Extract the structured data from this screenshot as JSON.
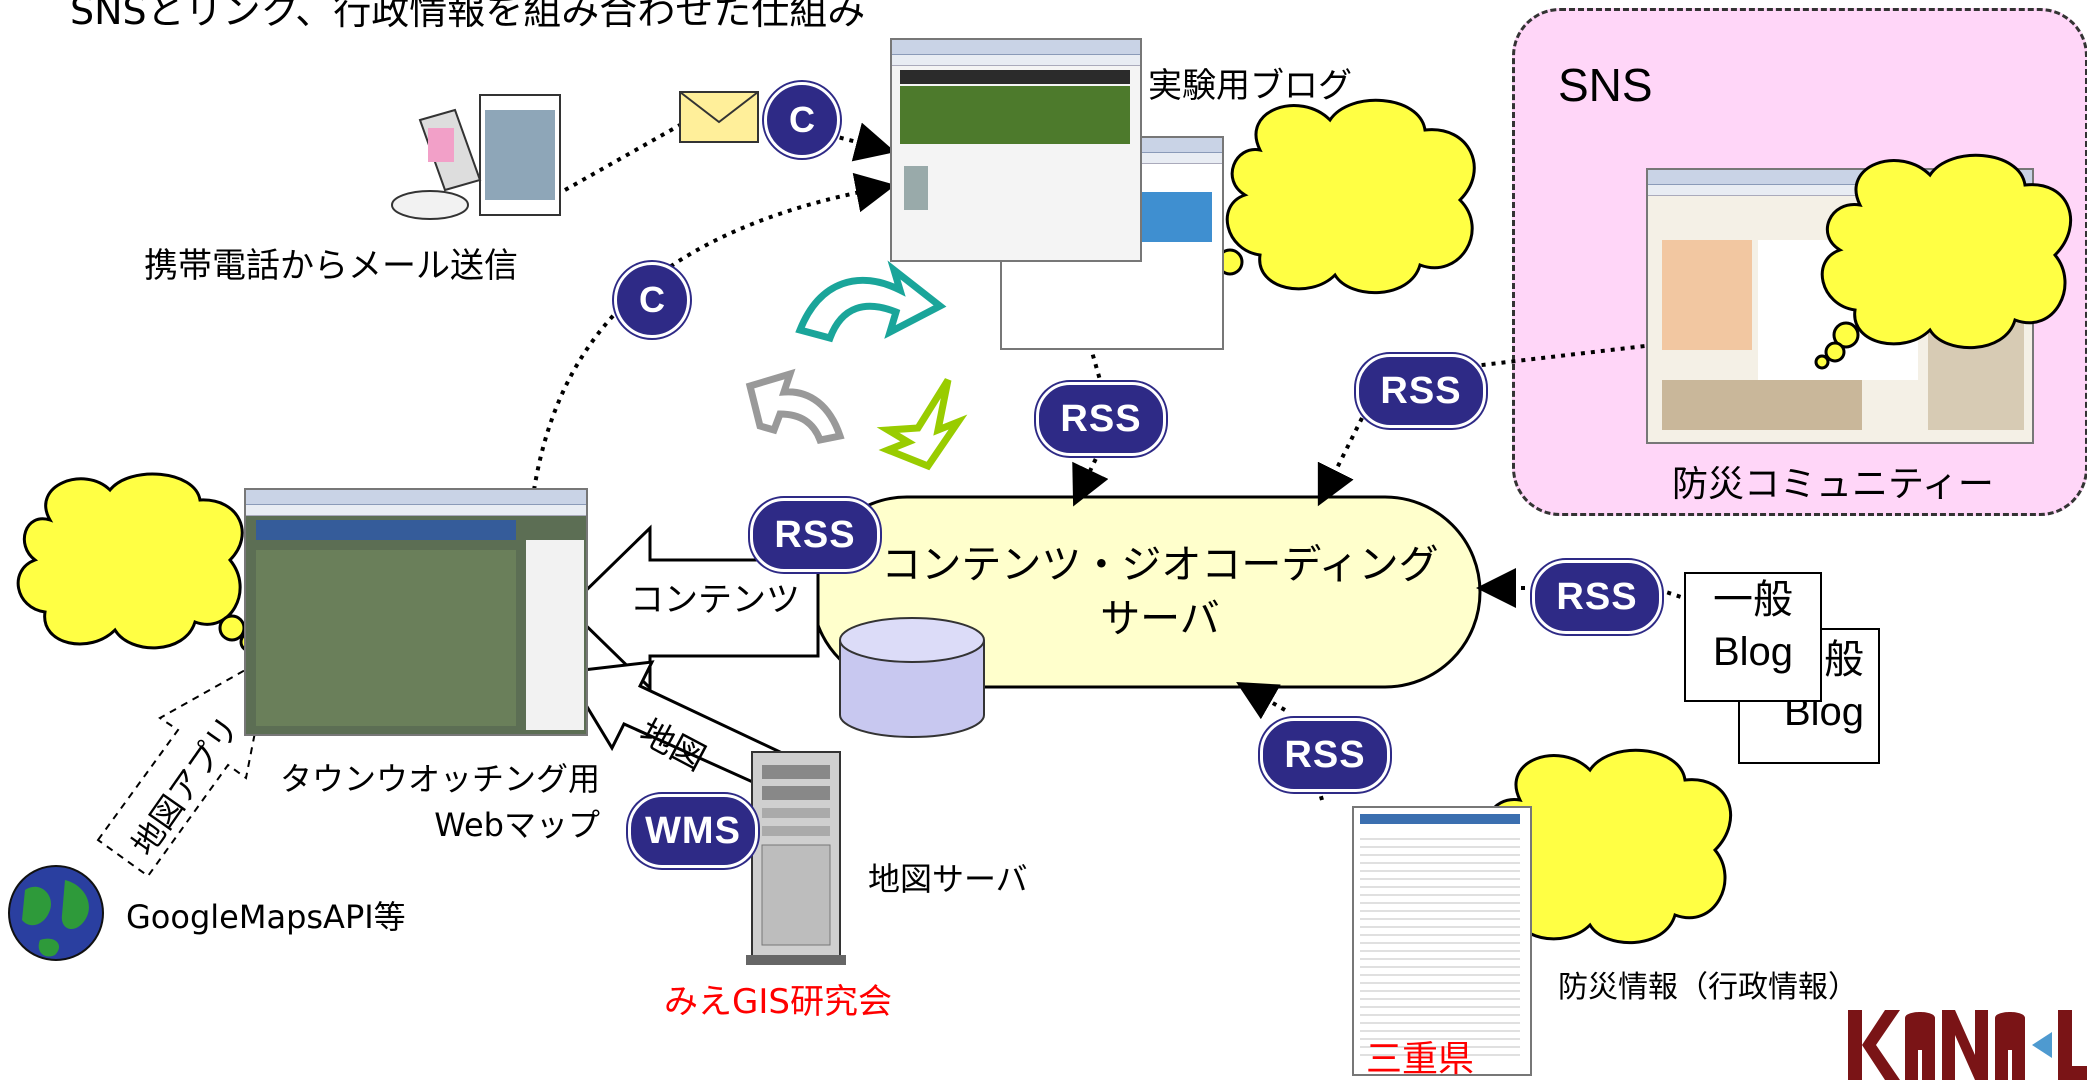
{
  "title": "SNSとリンク、行政情報を組み合わせた仕組み",
  "labels": {
    "experiment_blog": "実験用ブログ",
    "sns": "SNS",
    "bousai_community": "防災コミュニティー",
    "mobile_mail": "携帯電話からメール送信",
    "server_line1": "コンテンツ・ジオコーディング",
    "server_line2": "サーバ",
    "contents_arrow": "コンテンツ",
    "map_arrow": "地図",
    "map_app_arrow": "地図アプリ",
    "webmap_line1": "タウンウオッチング用",
    "webmap_line2": "Webマップ",
    "googlemaps": "GoogleMapsAPI等",
    "map_server": "地図サーバ",
    "mie_gis": "みえGIS研究会",
    "bousai_info": "防災情報（行政情報）",
    "mie_pref": "三重県",
    "blog_front_line1": "一般",
    "blog_front_line2": "Blog",
    "blog_back_line1": "般",
    "blog_back_line2": "Blog",
    "logo": "KANA-L"
  },
  "badges": {
    "rss": "RSS",
    "wms": "WMS",
    "c": "C"
  },
  "colors": {
    "badge_fill": "#2e2a86",
    "sns_panel": "#ffd6f8",
    "server_fill": "#ffffcc",
    "cloud_fill": "#ffff44",
    "red_text": "#ff0000",
    "teal_arrow": "#1aa59a",
    "green_arrow": "#99cc00",
    "gray_arrow": "#999999"
  }
}
